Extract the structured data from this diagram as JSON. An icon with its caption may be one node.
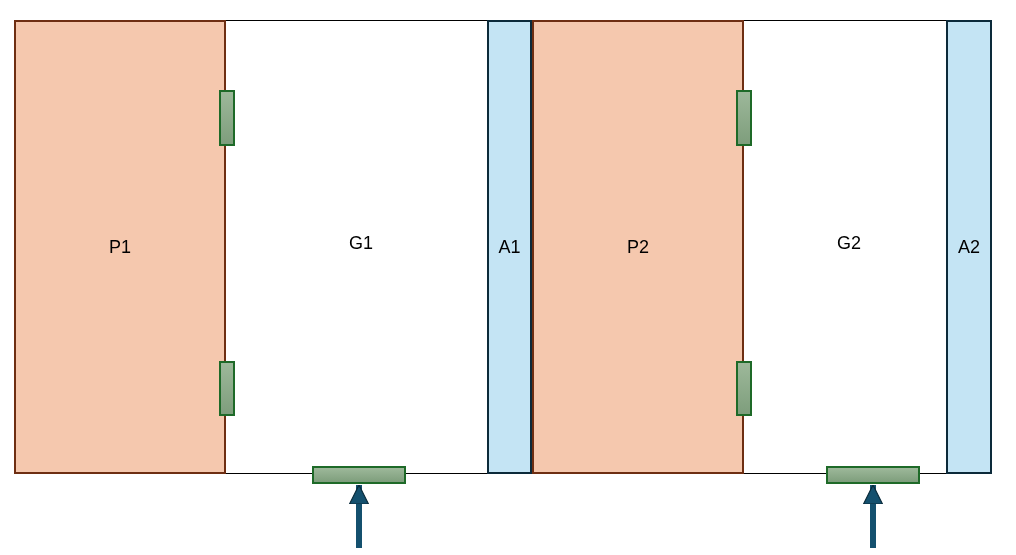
{
  "diagram": {
    "nodes": [
      {
        "text": [
          "P1"
        ]
      },
      {
        "text": [
          "G1"
        ]
      },
      {
        "text": [
          "A1"
        ]
      },
      {
        "text": [
          "P2"
        ]
      },
      {
        "text": [
          "G2"
        ]
      },
      {
        "text": [
          "A2"
        ]
      },
      {
        "text": [],
        "shape": "bar"
      },
      {
        "text": [],
        "shape": "bar"
      },
      {
        "text": [],
        "shape": "bar"
      },
      {
        "text": [],
        "shape": "bar"
      },
      {
        "text": [],
        "shape": "bar"
      },
      {
        "text": [],
        "shape": "bar"
      }
    ],
    "edges": [
      {
        "from": null,
        "to": 8,
        "arrow": "to"
      },
      {
        "from": null,
        "to": 11,
        "arrow": "to"
      }
    ]
  }
}
